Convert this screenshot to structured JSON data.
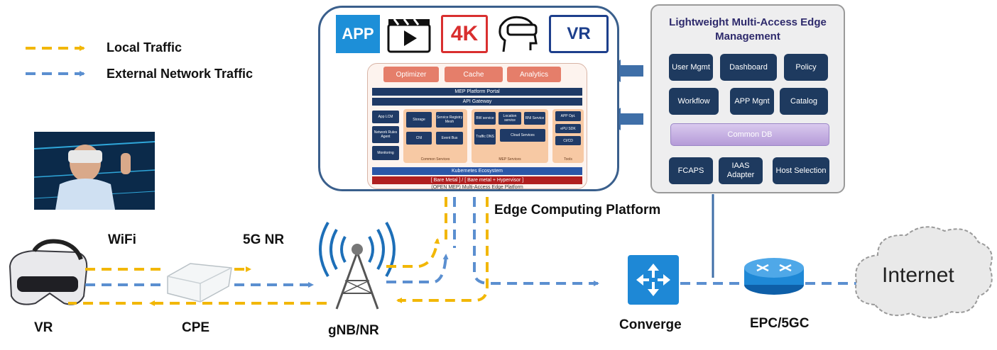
{
  "legend": {
    "local": {
      "label": "Local Traffic",
      "color": "#f2b705"
    },
    "external": {
      "label": "External Network Traffic",
      "color": "#5b8fd0"
    }
  },
  "app_tiles": [
    "APP",
    "4K",
    "VR"
  ],
  "icons": [
    "app-icon",
    "video-clapper-icon",
    "4k-icon",
    "vr-headset-head-icon",
    "vr-badge-icon"
  ],
  "mep": {
    "top_services": [
      "Optimizer",
      "Cache",
      "Analytics"
    ],
    "portal": "MEP Platform Portal",
    "gateway": "API Gateway",
    "left_column": [
      "App LCM",
      "Network Rules Agent",
      "Monitoring"
    ],
    "common_services": {
      "items": [
        "Storage",
        "Service Registry Mesh",
        "CNI",
        "Event Bus"
      ],
      "label": "Common Services"
    },
    "mep_services": {
      "items": [
        "BW service",
        "Location service",
        "RNI Service",
        "Traffic DNS",
        "Cloud Services"
      ],
      "label": "MEP Services"
    },
    "tools": {
      "items": [
        "APP Opt.",
        "ePU SDK",
        "CI/CD"
      ],
      "label": "Tools"
    },
    "kubernetes": "Kubernetes Ecosystem",
    "bare_metal": "[ Bare Metal ] / [ Bare metal + Hypervisor ]",
    "platform_name": "(OPEN MEP) Multi-Access Edge Platform"
  },
  "management": {
    "title": "Lightweight Multi-Access Edge Management",
    "row1": [
      "User Mgmt",
      "Dashboard",
      "Policy"
    ],
    "row2": [
      "Workflow",
      "APP Mgnt",
      "Catalog"
    ],
    "common_db": "Common DB",
    "row3": [
      "FCAPS",
      "IAAS Adapter",
      "Host Selection"
    ]
  },
  "labels": {
    "edge_platform": "Edge Computing Platform",
    "wifi": "WiFi",
    "nr": "5G NR",
    "vr": "VR",
    "cpe": "CPE",
    "gnb": "gNB/NR",
    "converge": "Converge",
    "epc": "EPC/5GC",
    "internet": "Internet"
  },
  "colors": {
    "panel_border": "#3a5f8c",
    "navy": "#1e3a5f",
    "arrow_block": "#3f6fa8"
  }
}
